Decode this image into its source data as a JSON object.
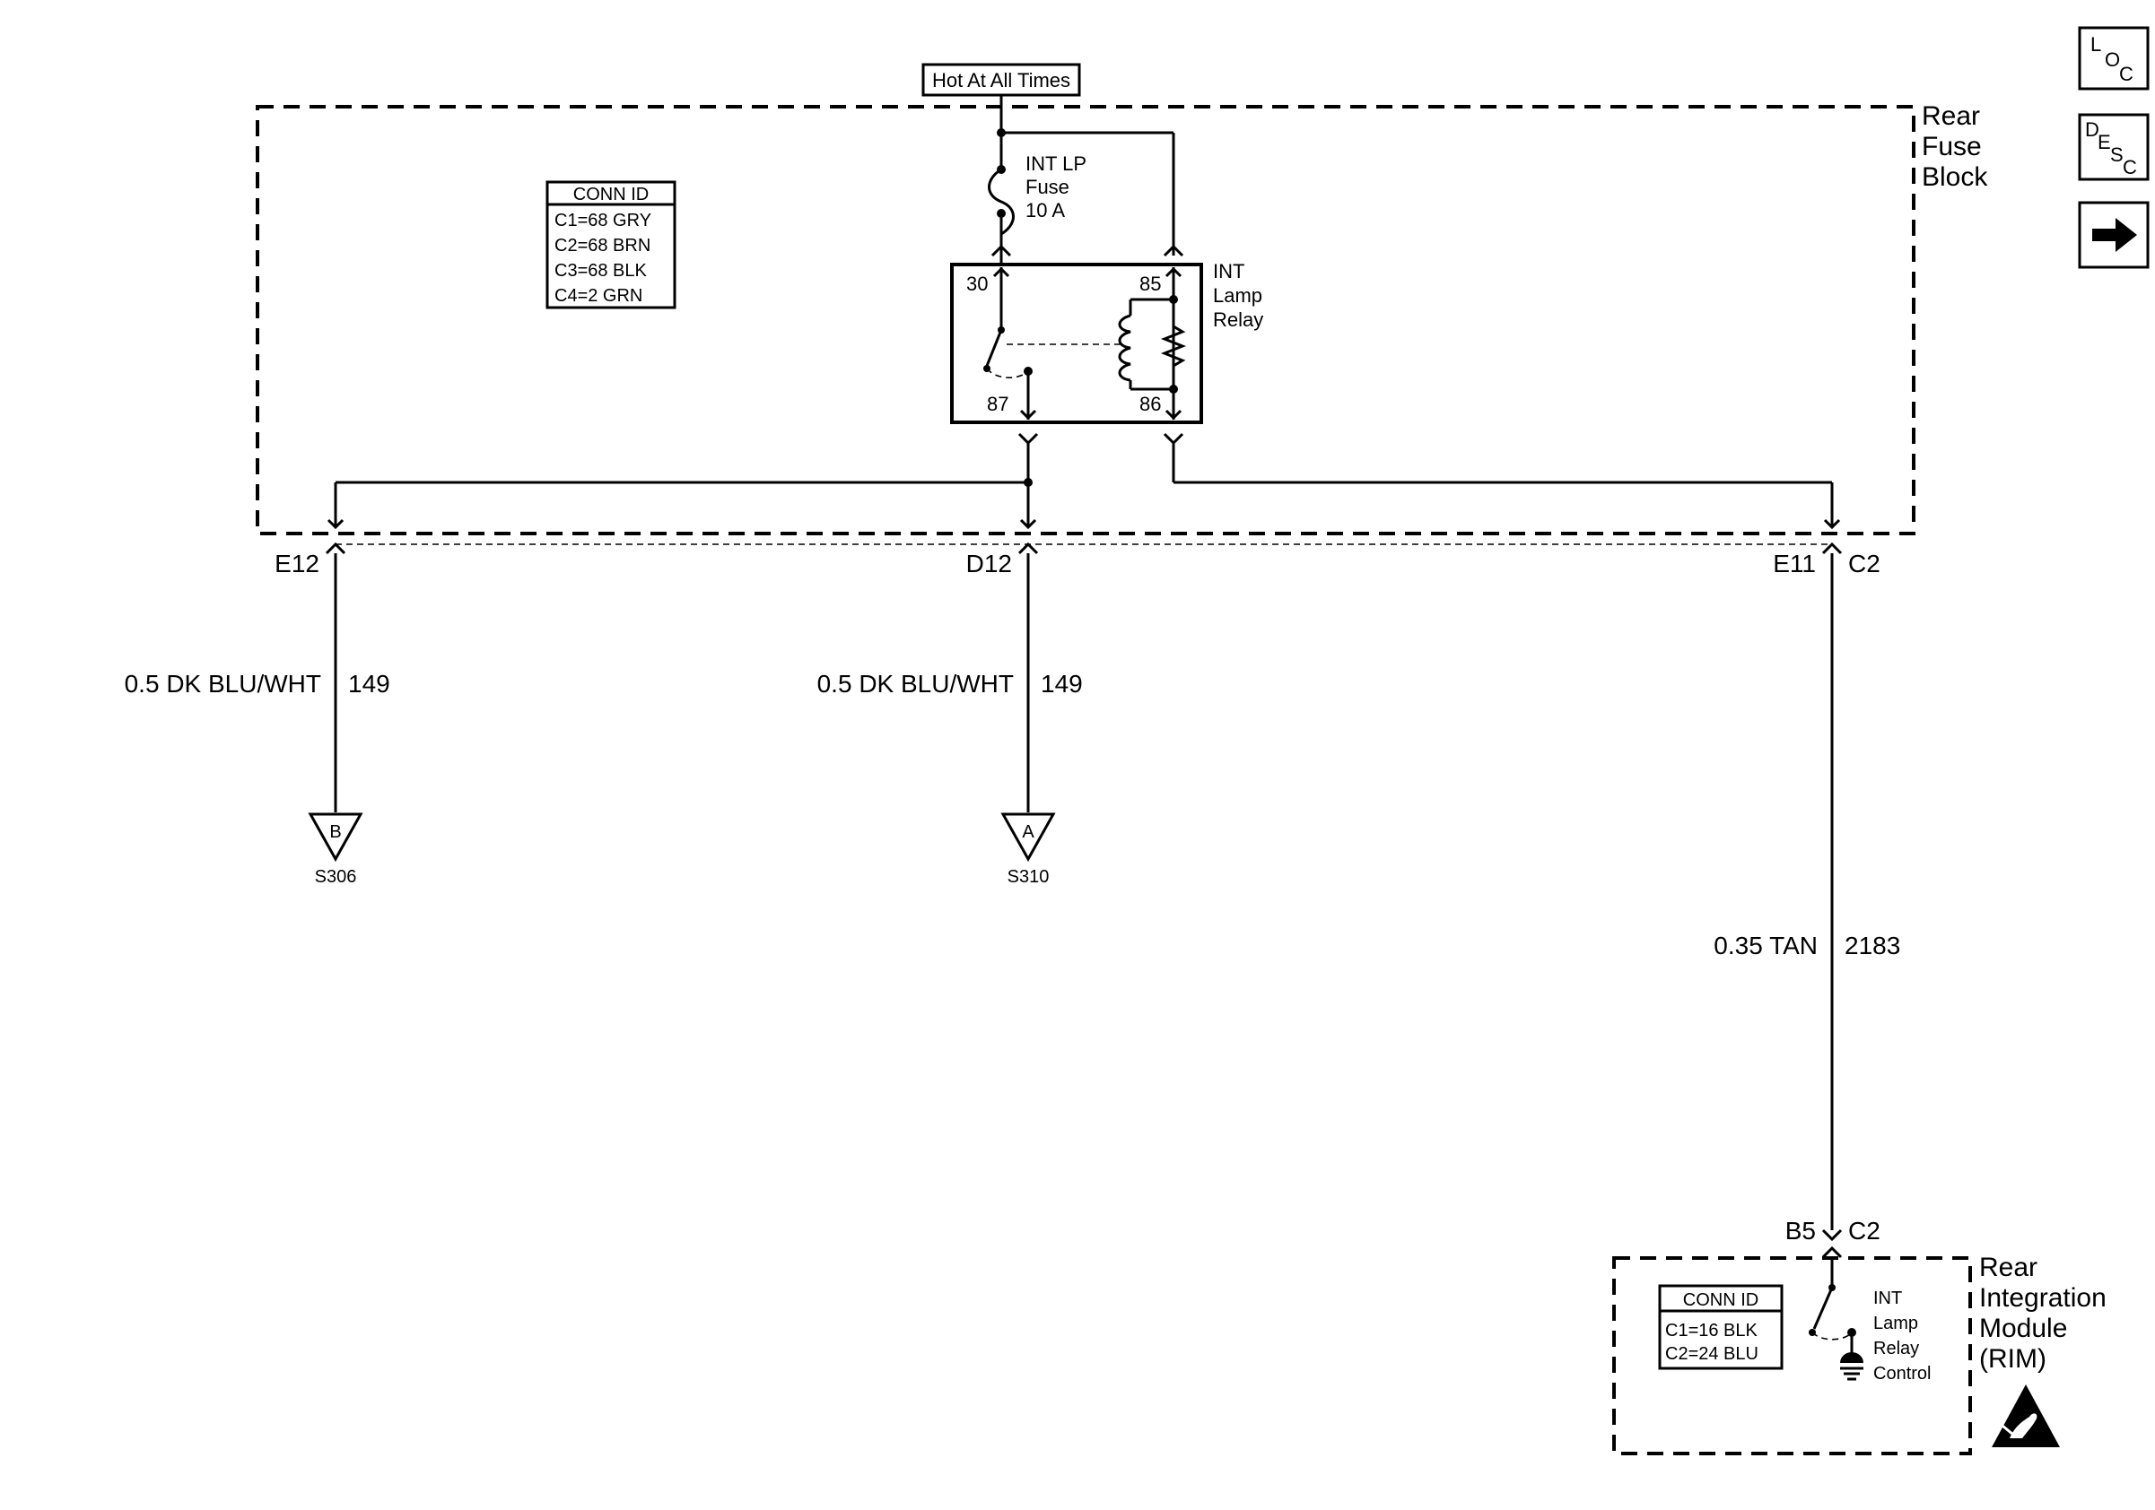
{
  "power_source": {
    "label": "Hot At All Times"
  },
  "rear_fuse_block": {
    "name_lines": [
      "Rear",
      "Fuse",
      "Block"
    ],
    "conn_id": {
      "title": "CONN ID",
      "rows": [
        "C1=68 GRY",
        "C2=68 BRN",
        "C3=68 BLK",
        "C4=2 GRN"
      ]
    },
    "fuse": {
      "lines": [
        "INT LP",
        "Fuse",
        "10 A"
      ]
    },
    "relay": {
      "name_lines": [
        "INT",
        "Lamp",
        "Relay"
      ],
      "pins": {
        "p30": "30",
        "p85": "85",
        "p87": "87",
        "p86": "86"
      }
    }
  },
  "connectors": {
    "e12": "E12",
    "d12": "D12",
    "e11": "E11",
    "c2_top": "C2",
    "b5": "B5",
    "c2_bottom": "C2"
  },
  "wires": {
    "w1": {
      "gauge_color": "0.5 DK BLU/WHT",
      "circuit": "149"
    },
    "w2": {
      "gauge_color": "0.5 DK BLU/WHT",
      "circuit": "149"
    },
    "w3": {
      "gauge_color": "0.35 TAN",
      "circuit": "2183"
    }
  },
  "splices": {
    "s306": {
      "letter": "B",
      "id": "S306"
    },
    "s310": {
      "letter": "A",
      "id": "S310"
    }
  },
  "rim": {
    "name_lines": [
      "Rear",
      "Integration",
      "Module",
      "(RIM)"
    ],
    "conn_id": {
      "title": "CONN ID",
      "rows": [
        "C1=16 BLK",
        "C2=24 BLU"
      ]
    },
    "control_lines": [
      "INT",
      "Lamp",
      "Relay",
      "Control"
    ]
  },
  "nav": {
    "loc": [
      "L",
      "O",
      "C"
    ],
    "desc": [
      "D",
      "E",
      "S",
      "C"
    ],
    "next_icon": "right-arrow-icon"
  }
}
